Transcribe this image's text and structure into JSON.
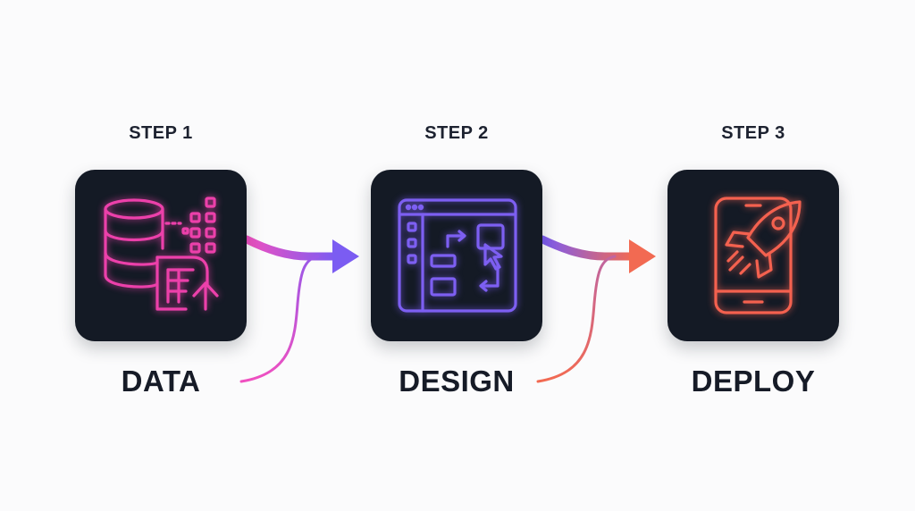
{
  "steps": [
    {
      "label": "STEP 1",
      "name": "DATA",
      "icon": "database-table-upload-icon",
      "color": "#ea3fa4"
    },
    {
      "label": "STEP 2",
      "name": "DESIGN",
      "icon": "wireframe-layout-icon",
      "color": "#7a5cf0"
    },
    {
      "label": "STEP 3",
      "name": "DEPLOY",
      "icon": "mobile-rocket-icon",
      "color": "#f2614f"
    }
  ],
  "colors": {
    "background": "#fbfbfc",
    "tile": "#141a25",
    "text": "#161b27",
    "arrow_1_start": "#f050c0",
    "arrow_1_end": "#7b5cf2",
    "arrow_2_start": "#7b5cf2",
    "arrow_2_end": "#f26a52"
  }
}
